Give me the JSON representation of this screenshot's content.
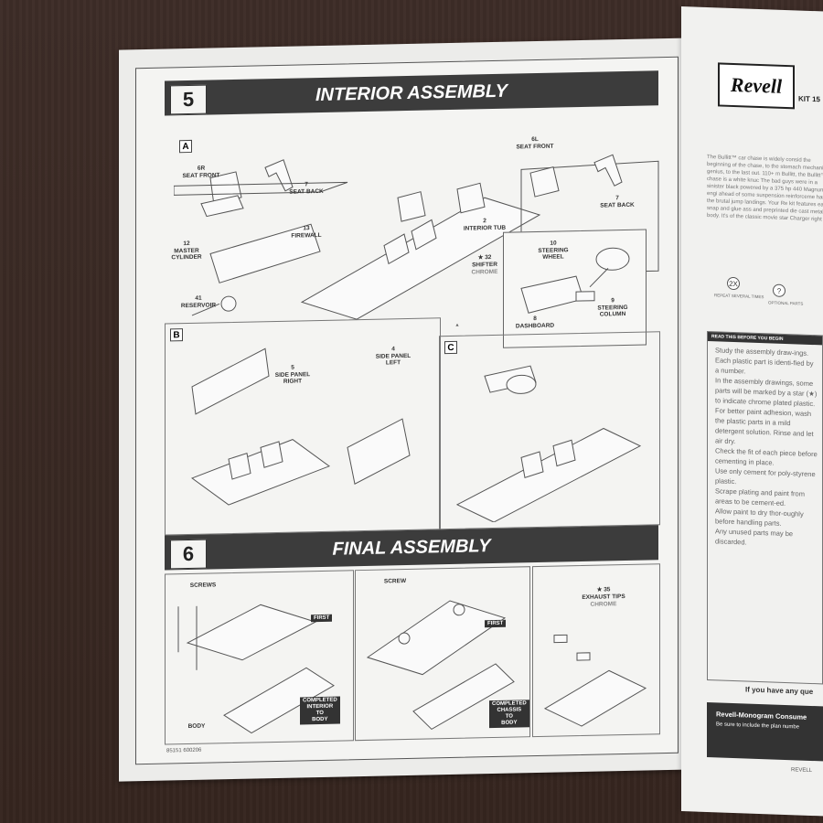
{
  "page": {
    "step5": {
      "number": "5",
      "title": "INTERIOR ASSEMBLY"
    },
    "step6": {
      "number": "6",
      "title": "FINAL ASSEMBLY"
    },
    "panels": {
      "a": "A",
      "b": "B",
      "c": "C"
    },
    "labels": {
      "seat_front_left": "6R\nSEAT FRONT",
      "seat_back_left": "7\nSEAT BACK",
      "seat_front_right": "6L\nSEAT FRONT",
      "seat_back_right": "7\nSEAT BACK",
      "firewall": "13\nFIREWALL",
      "master_cylinder": "12\nMASTER\nCYLINDER",
      "reservoir": "41\nRESERVOIR",
      "interior_tub": "2\nINTERIOR TUB",
      "shifter": "★ 32\nSHIFTER",
      "shifter_chrome": "CHROME",
      "steering_wheel": "10\nSTEERING\nWHEEL",
      "steering_column": "9\nSTEERING\nCOLUMN",
      "dashboard": "8\nDASHBOARD",
      "side_panel_right": "5\nSIDE PANEL\nRIGHT",
      "side_panel_left": "4\nSIDE PANEL\nLEFT",
      "screws": "SCREWS",
      "screw": "SCREW",
      "first_1": "FIRST",
      "first_2": "FIRST",
      "body": "BODY",
      "completed_interior": "COMPLETED\nINTERIOR\nTO\nBODY",
      "completed_chassis": "COMPLETED\nCHASSIS\nTO\nBODY",
      "exhaust_tips": "★ 35\nEXHAUST TIPS",
      "exhaust_chrome": "CHROME"
    },
    "doc_id": "85151 600206"
  },
  "right_sheet": {
    "brand": "Revell",
    "kit": "KIT 15",
    "intro": "The Bullitt™ car chase is widely consid the beginning of the chase, to the stomach mechanical genius, to the last out. 110+ m Bullitt, the Bullitt™ chase is a white knuc The bad guys were in a sinister black powered by a 375 hp 440 Magnum engi ahead of some suspension reinforceme handle the brutal jump landings. Your Re kit features easy snap and glue ass and preprinted die cast metal body. It's of the classic movie star Charger right o",
    "read_header": "READ THIS BEFORE YOU BEGIN",
    "read_items": [
      "Study the assembly draw-ings.",
      "Each plastic part is identi-fied by a number.",
      "In the assembly drawings, some parts will be marked by a star (★) to indicate chrome plated plastic.",
      "For better paint adhesion, wash the plastic parts in a mild detergent solution. Rinse and let air dry.",
      "Check the fit of each piece before cementing in place.",
      "Use only cement for poly-styrene plastic.",
      "Scrape plating and paint from areas to be cement-ed.",
      "Allow paint to dry thor-oughly before handling parts.",
      "Any unused parts may be discarded."
    ],
    "icon_1": "2X",
    "icon_1_caption": "REPEAT SEVERAL TIMES",
    "icon_2": "?",
    "icon_2_caption": "OPTIONAL PARTS",
    "question": "If you have any que",
    "consumer": "Revell-Monogram Consume",
    "consumer_sub": "Be sure to include the plan numbe",
    "footer": "REVELL"
  }
}
